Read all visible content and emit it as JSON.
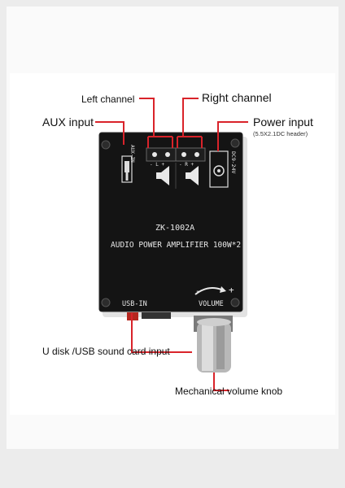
{
  "callouts": {
    "left_channel": "Left channel",
    "right_channel": "Right channel",
    "aux_input": "AUX input",
    "power_input": "Power input",
    "power_input_detail": "(5.5X2.1DC header)",
    "usb_input": "U disk /USB sound card input",
    "volume_knob": "Mechanical volume knob"
  },
  "board": {
    "model": "ZK-1002A",
    "description": "AUDIO POWER AMPLIFIER 100W*2",
    "usb_label": "USB-IN",
    "volume_label": "VOLUME",
    "volume_minus": "-",
    "volume_plus": "+",
    "aux_label": "AUX-IN",
    "power_label": "DC9-24V",
    "left_terminal": "- L +",
    "right_terminal": "- R +"
  },
  "colors": {
    "callout_line": "#d9232a",
    "board": "#141414",
    "background": "#ffffff",
    "frame": "#ececec"
  }
}
